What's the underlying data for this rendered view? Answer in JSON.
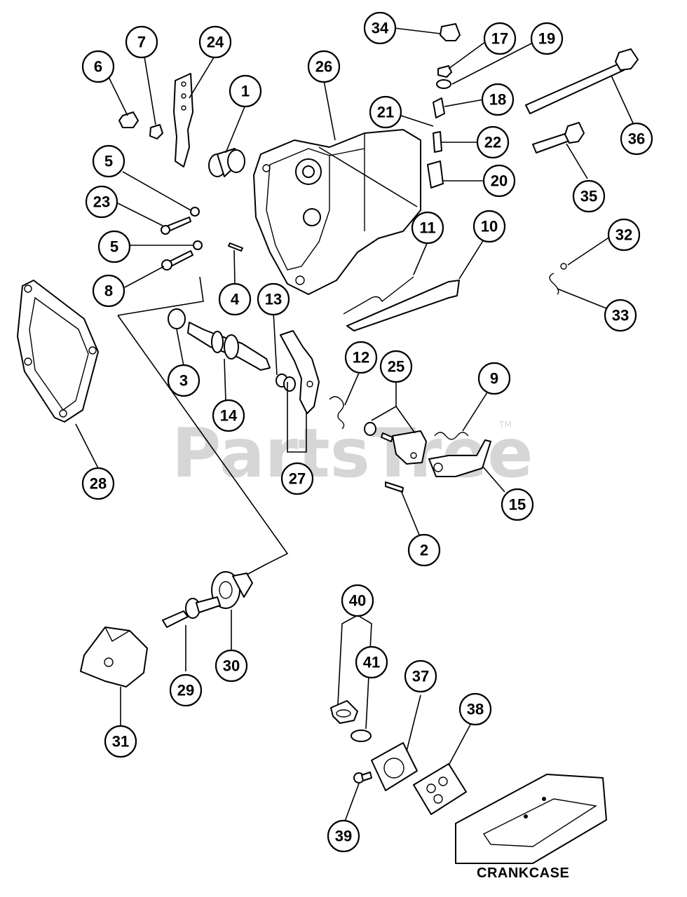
{
  "watermark": {
    "text": "PartsTree",
    "trademark": "TM"
  },
  "caption": "CRANKCASE",
  "callouts": {
    "c1": "1",
    "c2": "2",
    "c3": "3",
    "c4": "4",
    "c5a": "5",
    "c5b": "5",
    "c6": "6",
    "c7": "7",
    "c8": "8",
    "c9": "9",
    "c10": "10",
    "c11": "11",
    "c12": "12",
    "c13": "13",
    "c14": "14",
    "c15": "15",
    "c17": "17",
    "c18": "18",
    "c19": "19",
    "c20": "20",
    "c21": "21",
    "c22": "22",
    "c23": "23",
    "c24": "24",
    "c25": "25",
    "c26": "26",
    "c27": "27",
    "c28": "28",
    "c29": "29",
    "c30": "30",
    "c31": "31",
    "c32": "32",
    "c33": "33",
    "c34": "34",
    "c35": "35",
    "c36": "36",
    "c37": "37",
    "c38": "38",
    "c39": "39",
    "c40": "40",
    "c41": "41"
  },
  "colors": {
    "line": "#000000",
    "background": "#ffffff",
    "watermark": "#d6d6d6"
  }
}
